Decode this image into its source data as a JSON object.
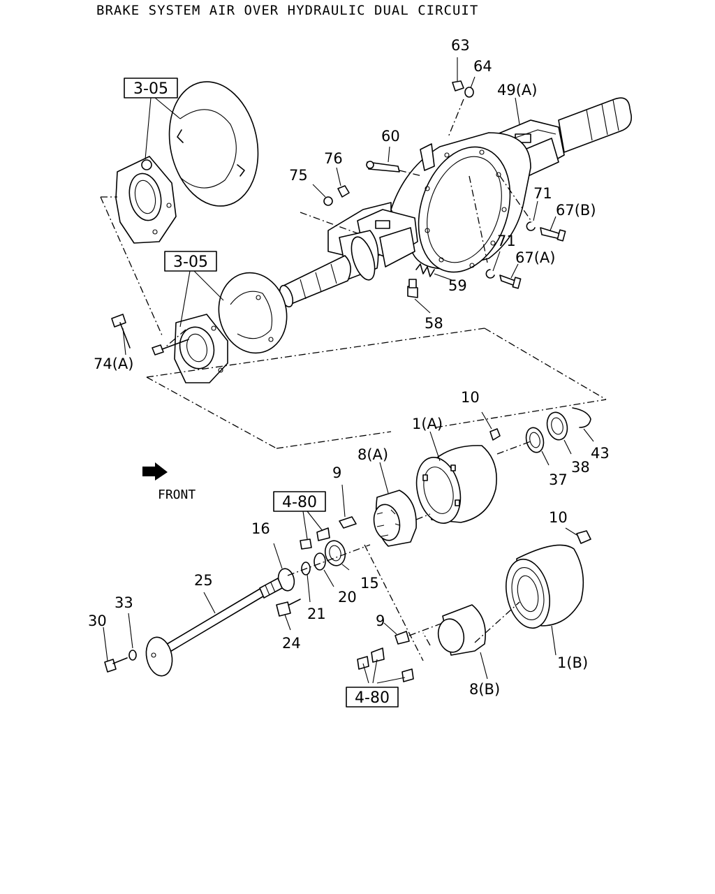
{
  "title": "BRAKE SYSTEM AIR OVER HYDRAULIC DUAL CIRCUIT",
  "front_label": "FRONT",
  "callouts": {
    "c63": "63",
    "c64": "64",
    "c49a": "49(A)",
    "c60": "60",
    "c76": "76",
    "c75": "75",
    "c71a": "71",
    "c67b": "67(B)",
    "c71b": "71",
    "c67a": "67(A)",
    "c59": "59",
    "c58": "58",
    "c74a": "74(A)",
    "c10a": "10",
    "c1a": "1(A)",
    "c43": "43",
    "c38": "38",
    "c37": "37",
    "c8a": "8(A)",
    "c9a": "9",
    "c16": "16",
    "c15": "15",
    "c20": "20",
    "c21": "21",
    "c24": "24",
    "c25": "25",
    "c33": "33",
    "c30": "30",
    "c10b": "10",
    "c9b": "9",
    "c1b": "1(B)",
    "c8b": "8(B)"
  },
  "refs": {
    "r305a": "3-05",
    "r305b": "3-05",
    "r480a": "4-80",
    "r480b": "4-80"
  },
  "icons": {
    "front_arrow": "front-arrow-icon"
  }
}
